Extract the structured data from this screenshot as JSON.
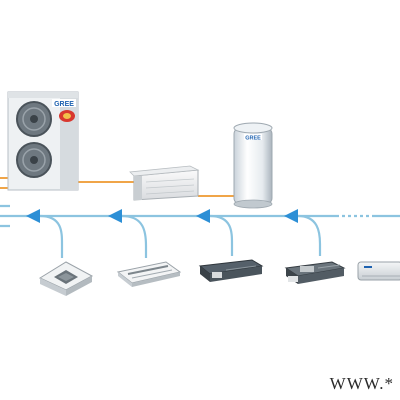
{
  "outdoor_unit": {
    "brand": "GREE",
    "icon": "vrf-outdoor-unit-icon"
  },
  "water_tank": {
    "brand": "GREE",
    "icon": "hot-water-tank-icon"
  },
  "hydro_box": {
    "icon": "hydro-module-icon"
  },
  "indoor_units": [
    {
      "name": "cassette-4way",
      "icon": "ceiling-cassette-icon"
    },
    {
      "name": "cassette-1way",
      "icon": "one-way-cassette-icon"
    },
    {
      "name": "duct-slim",
      "icon": "slim-duct-unit-icon"
    },
    {
      "name": "duct-high-static",
      "icon": "high-static-duct-unit-icon"
    },
    {
      "name": "wall-mounted",
      "icon": "wall-split-unit-icon"
    }
  ],
  "colors": {
    "refrigerant_pipe": "#8cc4e0",
    "water_pipe": "#f0a548",
    "arrow": "#2c8fd6"
  },
  "footer": {
    "url_text": "WWW.*"
  }
}
